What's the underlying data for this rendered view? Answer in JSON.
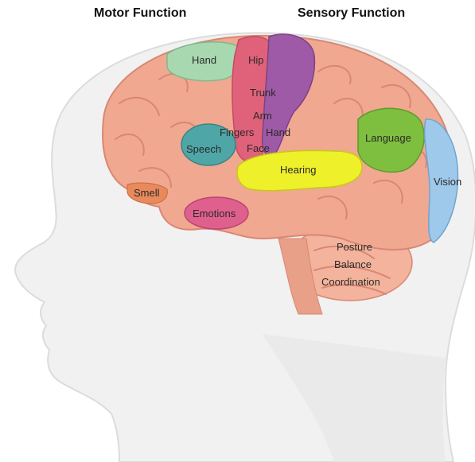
{
  "headings": {
    "motor": "Motor Function",
    "sensory": "Sensory Function"
  },
  "regions": {
    "hand_motor": "Hand",
    "hip": "Hip",
    "trunk": "Trunk",
    "arm": "Arm",
    "fingers": "Fingers",
    "hand_sensory": "Hand",
    "face": "Face",
    "speech": "Speech",
    "language": "Language",
    "hearing": "Hearing",
    "vision": "Vision",
    "smell": "Smell",
    "emotions": "Emotions",
    "posture": "Posture",
    "balance": "Balance",
    "coordination": "Coordination"
  },
  "colors": {
    "head": "#f1f1f1",
    "head_edge": "#dcdcdc",
    "cortex": "#f0a891",
    "cortex_fold": "#d98773",
    "cerebellum": "#f3b39c",
    "hand_motor": "#a8d8b0",
    "hip_trunk": "#e0617a",
    "sensory_strip": "#9e5aa6",
    "speech": "#4fa6a6",
    "language": "#7fbf3f",
    "hearing": "#eef02a",
    "vision": "#9ec9ea",
    "smell": "#e98a5c",
    "emotions": "#e0608d"
  }
}
